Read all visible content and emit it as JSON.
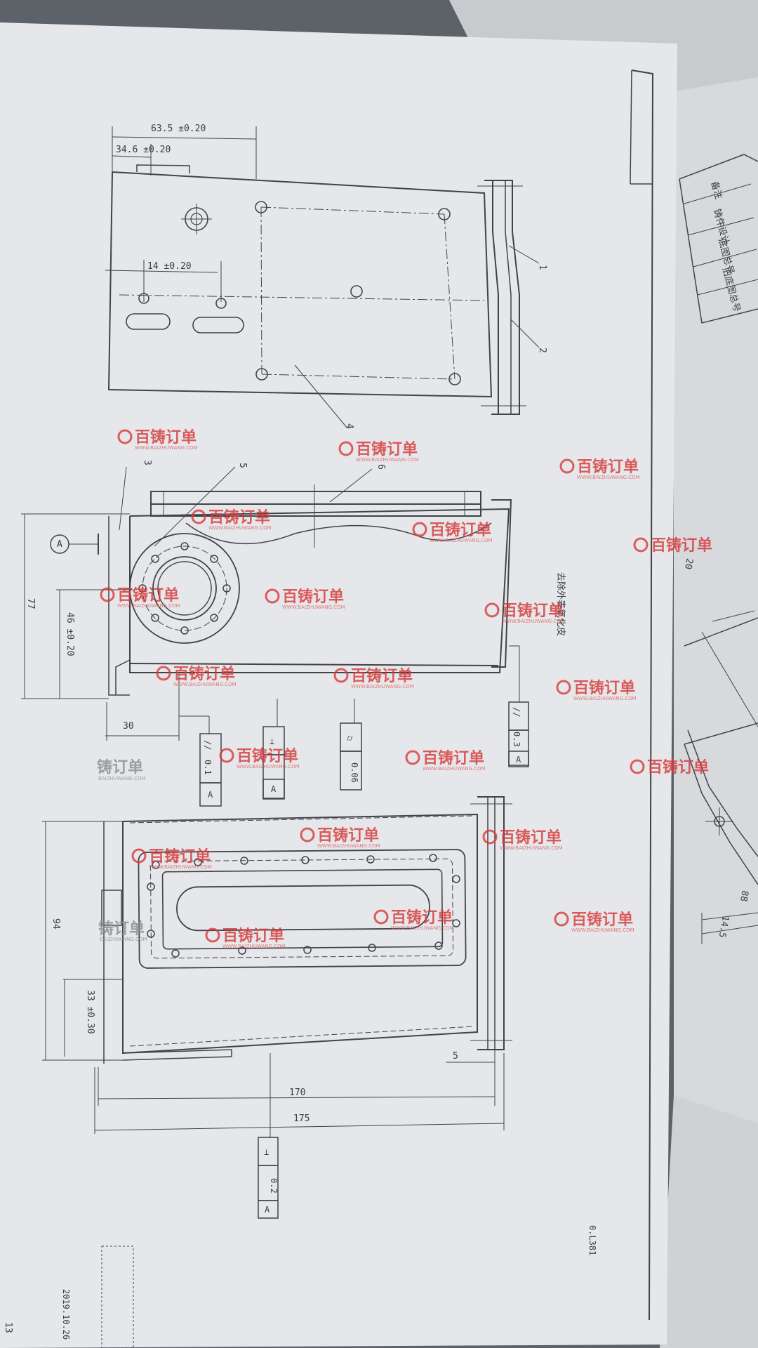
{
  "watermark": {
    "brand": "百铸订单",
    "url": "WWW.BAIZHUWANG.COM",
    "brand_partial": "铸订单",
    "url_partial": "BAIZHUWANG.COM",
    "color": "#d83a3a"
  },
  "colors": {
    "paper": "#e6e7ea",
    "ink": "#40434a",
    "background": "#5d6168"
  },
  "top_view": {
    "dimensions": [
      "63.5 ±0.20",
      "34.6 ±0.20",
      "14 ±0.20"
    ],
    "callouts": [
      "1",
      "2",
      "4"
    ]
  },
  "front_view": {
    "callouts": [
      "3",
      "5",
      "6"
    ],
    "datum": "A",
    "dimensions": [
      "77",
      "46 ±0.20",
      "30"
    ],
    "note": "去除外表氧化皮",
    "tolerances": [
      {
        "symbol": "//",
        "value": "0.1",
        "datum": "A"
      },
      {
        "symbol": "⊥",
        "value": "",
        "datum": "A"
      },
      {
        "symbol": "⌭",
        "value": "0.06",
        "datum": ""
      },
      {
        "symbol": "//",
        "value": "0.3",
        "datum": "A"
      }
    ]
  },
  "bottom_view": {
    "dimensions": [
      "94",
      "33 ±0.30",
      "5",
      "170",
      "175"
    ],
    "tolerance": {
      "symbol": "⊥",
      "value": "0.2",
      "datum": "A"
    }
  },
  "title_block": {
    "rows": [
      "备注",
      "铸件设计",
      "底图总号",
      "旧底图总号"
    ]
  },
  "side_sheet": {
    "dimensions": [
      "20",
      "88",
      "14.5"
    ]
  },
  "sheet_code": "0.L381",
  "page_number": "13",
  "corner_stamp": "2019.10.26"
}
